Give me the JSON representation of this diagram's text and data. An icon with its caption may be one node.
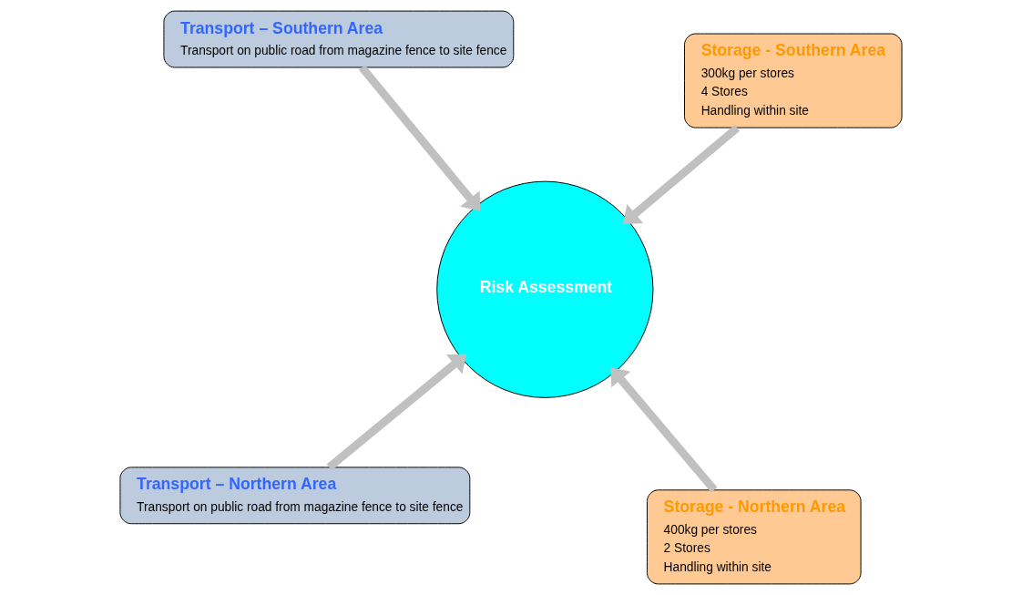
{
  "diagram": {
    "nodes": [
      {
        "text": [
          "Transport – Northern Area",
          "Transport on public road from magazine fence to site fence"
        ]
      },
      {
        "text": [
          "Storage - Northern Area",
          "400kg per stores",
          "2 Stores",
          "Handling within site"
        ]
      },
      {
        "text": [
          "Risk Assessment"
        ]
      },
      {
        "text": [
          "Transport – Southern Area",
          "Transport on public road from magazine fence to site fence"
        ]
      },
      {
        "text": [
          "Storage - Southern Area",
          "300kg per stores",
          "4 Stores",
          "Handling within site"
        ]
      }
    ],
    "edges": [
      {
        "from": 0,
        "to": 2,
        "arrow": "to"
      },
      {
        "from": 1,
        "to": 2,
        "arrow": "to"
      },
      {
        "from": 3,
        "to": 2,
        "arrow": "to"
      },
      {
        "from": 4,
        "to": 2,
        "arrow": "to"
      }
    ]
  }
}
